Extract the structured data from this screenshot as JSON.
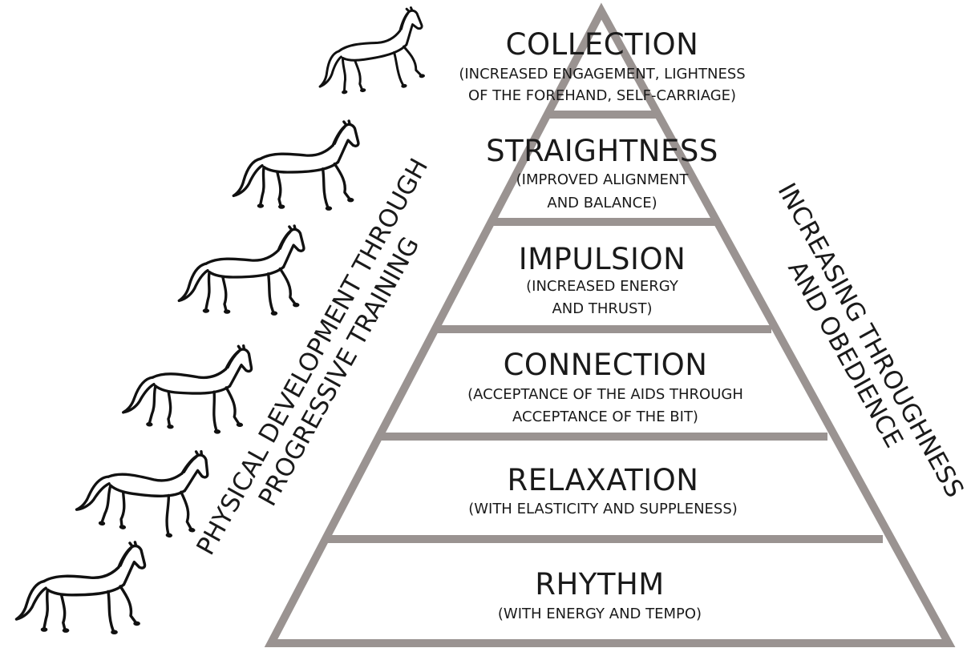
{
  "colors": {
    "pyramid_stroke": "#9a9391",
    "text": "#1a1a1a",
    "horse": "#111111"
  },
  "pyramid": {
    "tiers": [
      {
        "title": "COLLECTION",
        "lines": [
          "(INCREASED ENGAGEMENT, LIGHTNESS",
          "OF THE FOREHAND, SELF-CARRIAGE)"
        ]
      },
      {
        "title": "STRAIGHTNESS",
        "lines": [
          "(IMPROVED ALIGNMENT",
          "AND BALANCE)"
        ]
      },
      {
        "title": "IMPULSION",
        "lines": [
          "(INCREASED ENERGY",
          "AND THRUST)"
        ]
      },
      {
        "title": "CONNECTION",
        "lines": [
          "(ACCEPTANCE OF THE AIDS THROUGH",
          "ACCEPTANCE OF THE BIT)"
        ]
      },
      {
        "title": "RELAXATION",
        "lines": [
          "(WITH ELASTICITY AND SUPPLENESS)"
        ]
      },
      {
        "title": "RHYTHM",
        "lines": [
          "(WITH ENERGY AND TEMPO)"
        ]
      }
    ]
  },
  "left_label": {
    "line1": "PHYSICAL DEVELOPMENT THROUGH",
    "line2": "PROGRESSIVE TRAINING"
  },
  "right_label": {
    "line1": "INCREASING THROUGHNESS",
    "line2": "AND OBEDIENCE"
  },
  "horses": [
    {
      "icon": "horse-collected-icon"
    },
    {
      "icon": "horse-straight-icon"
    },
    {
      "icon": "horse-impulsion-icon"
    },
    {
      "icon": "horse-connection-icon"
    },
    {
      "icon": "horse-relaxed-icon"
    },
    {
      "icon": "horse-rhythm-icon"
    }
  ]
}
